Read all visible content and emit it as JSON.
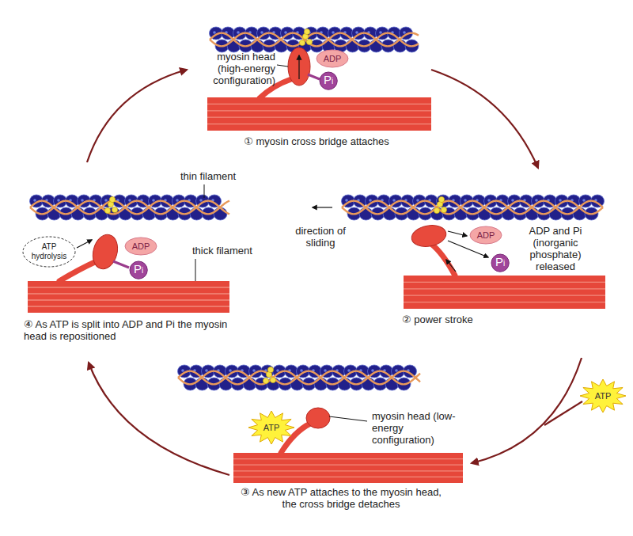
{
  "diagram": {
    "nodes": [
      {
        "text": [
          "ADP"
        ]
      },
      {
        "text": [
          "Pi"
        ]
      },
      {
        "text": [
          "ADP"
        ]
      },
      {
        "text": [
          "Pi"
        ]
      },
      {
        "text": [
          "ATP hydrolysis"
        ]
      },
      {
        "text": [
          "ADP"
        ]
      },
      {
        "text": [
          "Pi"
        ]
      },
      {
        "text": [
          "ATP"
        ]
      },
      {
        "text": [
          "ATP"
        ]
      }
    ],
    "labels": [
      "myosin head (high-energy configuration)",
      "① myosin cross bridge attaches",
      "direction of sliding",
      "ADP and Pi (inorganic phosphate) released",
      "② power stroke",
      "thin filament",
      "thick filament",
      "④ As ATP is split into ADP and Pi the myosin head is repositioned",
      "myosin head (low-energy configuration)",
      "③ As new ATP attaches to the myosin head, the cross bridge detaches"
    ]
  }
}
